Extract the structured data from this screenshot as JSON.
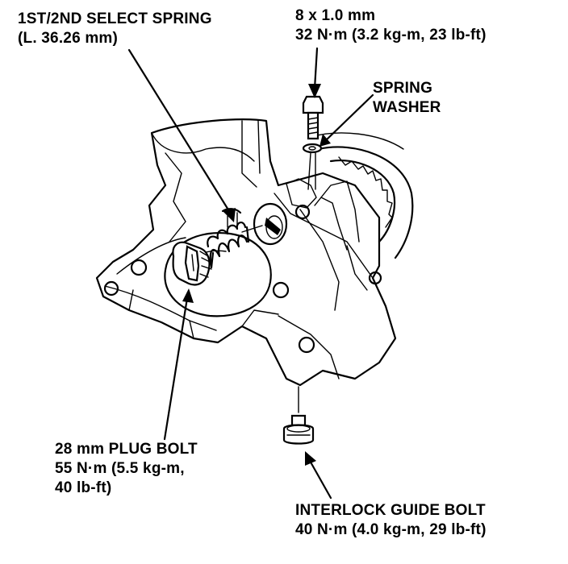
{
  "callouts": {
    "select_spring": {
      "line1": "1ST/2ND SELECT SPRING",
      "line2": "(L. 36.26 mm)"
    },
    "top_bolt": {
      "line1": "8 x 1.0 mm",
      "line2": "32 N·m (3.2 kg-m, 23 lb-ft)"
    },
    "spring_washer": {
      "line1": "SPRING",
      "line2": "WASHER"
    },
    "plug_bolt": {
      "line1": "28 mm PLUG BOLT",
      "line2": "55 N·m (5.5 kg-m,",
      "line3": "40 lb-ft)"
    },
    "interlock_bolt": {
      "line1": "INTERLOCK GUIDE BOLT",
      "line2": "40 N·m (4.0 kg-m, 29 lb-ft)"
    }
  },
  "icons": {
    "leader_arrow": "arrowhead",
    "spring": "coil-spring",
    "bolt": "hex-bolt"
  },
  "colors": {
    "ink": "#000000",
    "paper": "#ffffff"
  }
}
